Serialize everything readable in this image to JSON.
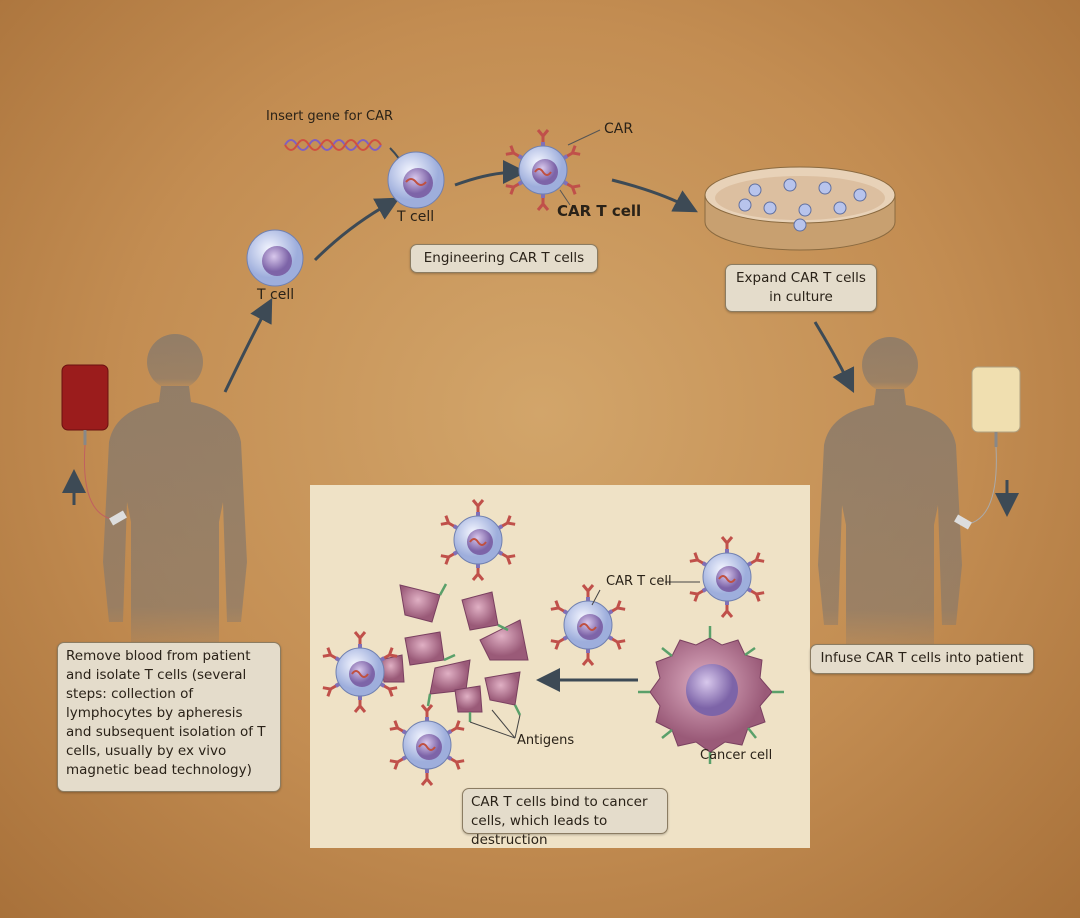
{
  "labels": {
    "insert_gene": "Insert gene for CAR",
    "t_cell_1": "T cell",
    "t_cell_2": "T cell",
    "car": "CAR",
    "car_t_cell": "CAR T cell",
    "car_t_cell_inset": "CAR T cell",
    "antigens": "Antigens",
    "cancer_cell": "Cancer cell"
  },
  "steps": {
    "engineering": "Engineering CAR T cells",
    "expand": "Expand CAR T cells in culture",
    "remove": "Remove blood from patient and isolate T cells (several steps: collection of lymphocytes by apheresis and subsequent isolation of T cells, usually by ex vivo magnetic bead technology)",
    "infuse": "Infuse CAR T cells into patient",
    "bind": "CAR T cells bind to cancer cells, which leads to destruction"
  },
  "colors": {
    "arrow": "#3d4a55",
    "blood_bag": "#9b1c1c",
    "car_bag": "#f0dfb0",
    "cell": "#c9d2ee",
    "nucleus": "#8f78b8",
    "cancer": "#b07890",
    "receptor": "#c0504a",
    "antigen": "#5aa06a"
  }
}
